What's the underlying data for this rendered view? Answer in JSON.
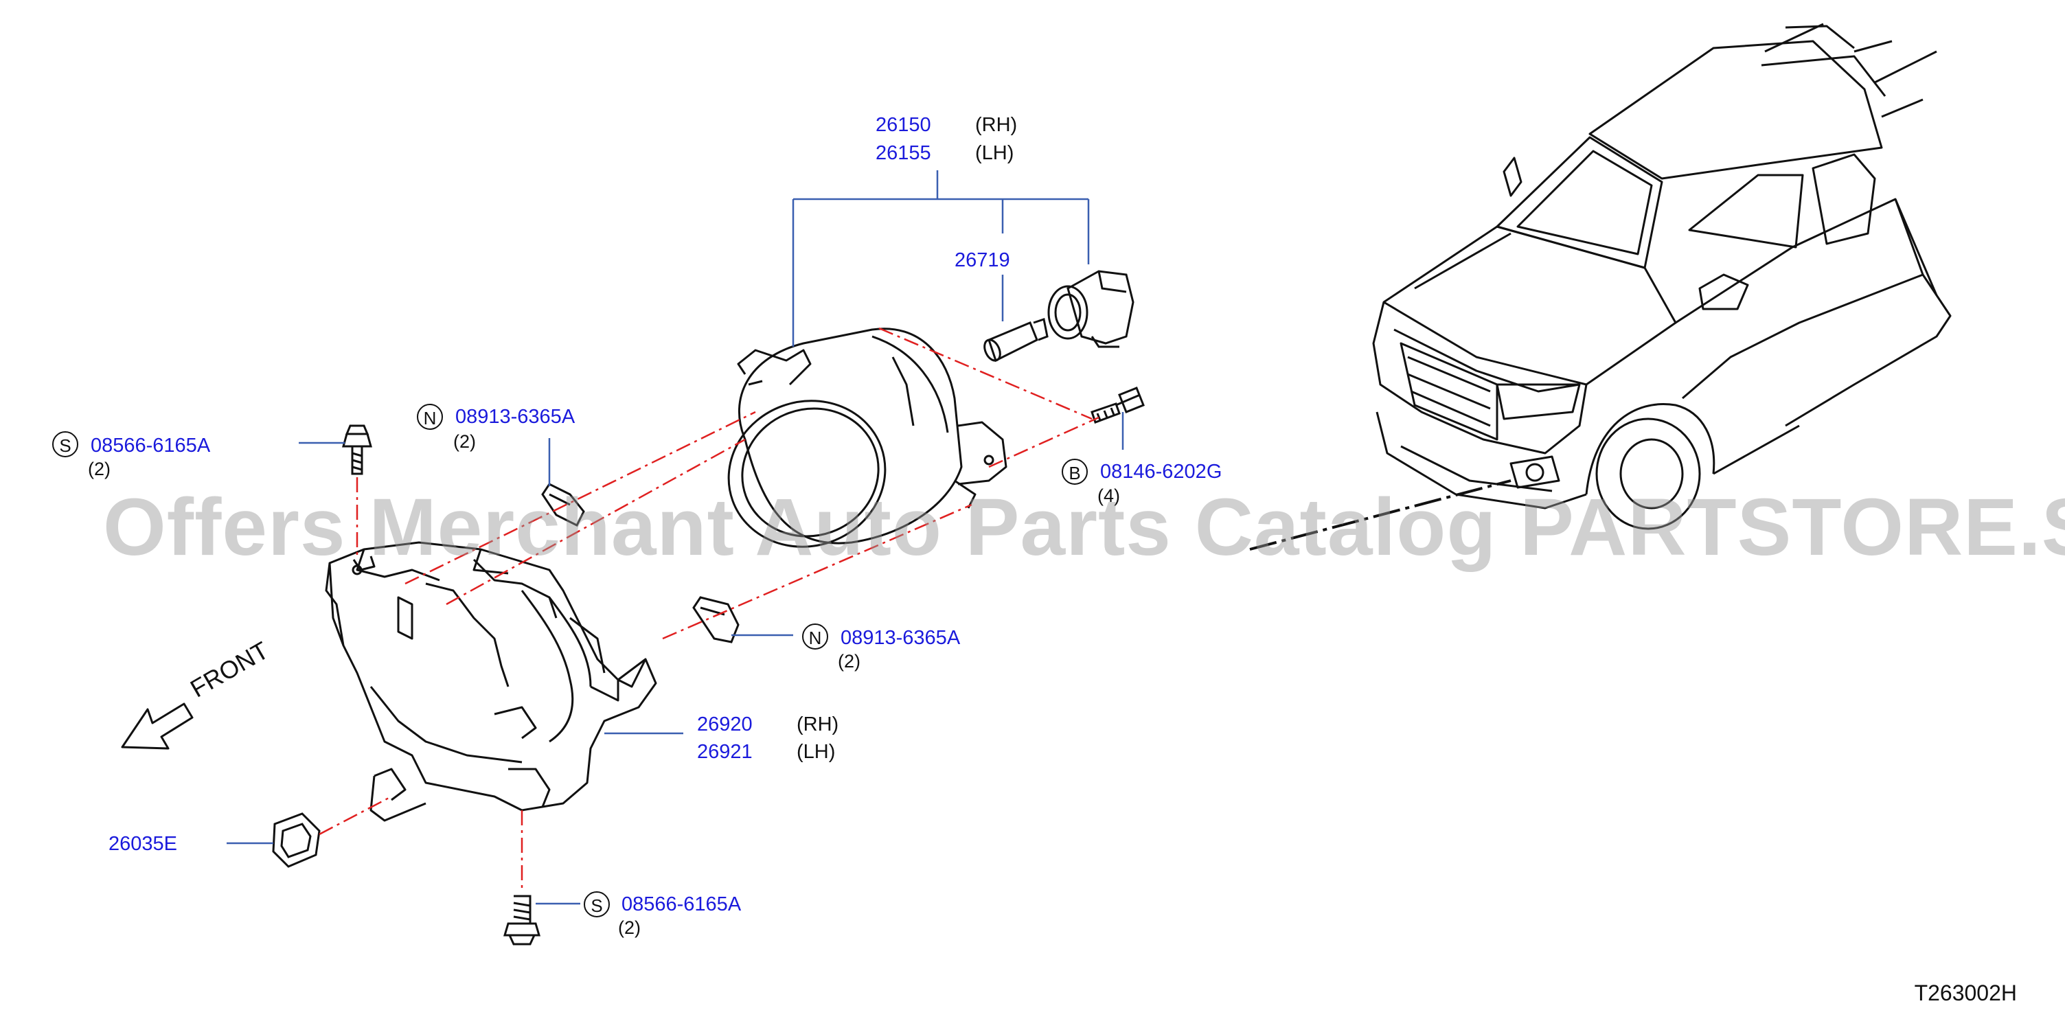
{
  "callouts": {
    "lamp_assembly": {
      "part_rh": "26150",
      "side_rh": "(RH)",
      "part_lh": "26155",
      "side_lh": "(LH)"
    },
    "bulb": {
      "part": "26719"
    },
    "clip_top": {
      "symbol": "N",
      "part": "08913-6365A",
      "qty": "(2)"
    },
    "clip_mid": {
      "symbol": "N",
      "part": "08913-6365A",
      "qty": "(2)"
    },
    "screw_top_left": {
      "symbol": "S",
      "part": "08566-6165A",
      "qty": "(2)"
    },
    "screw_bottom": {
      "symbol": "S",
      "part": "08566-6165A",
      "qty": "(2)"
    },
    "bolt": {
      "symbol": "B",
      "part": "08146-6202G",
      "qty": "(4)"
    },
    "bracket": {
      "part_rh": "26920",
      "side_rh": "(RH)",
      "part_lh": "26921",
      "side_lh": "(LH)"
    },
    "grommet": {
      "part": "26035E"
    }
  },
  "front_label": "FRONT",
  "diagram_code": "T263002H",
  "watermark": "Offers Merchant Auto Parts Catalog PARTSTORE.SA",
  "colors": {
    "part_number": "#1a1adc",
    "leader": "#3a5fb0",
    "dash": "#e02020",
    "line": "#111111"
  }
}
